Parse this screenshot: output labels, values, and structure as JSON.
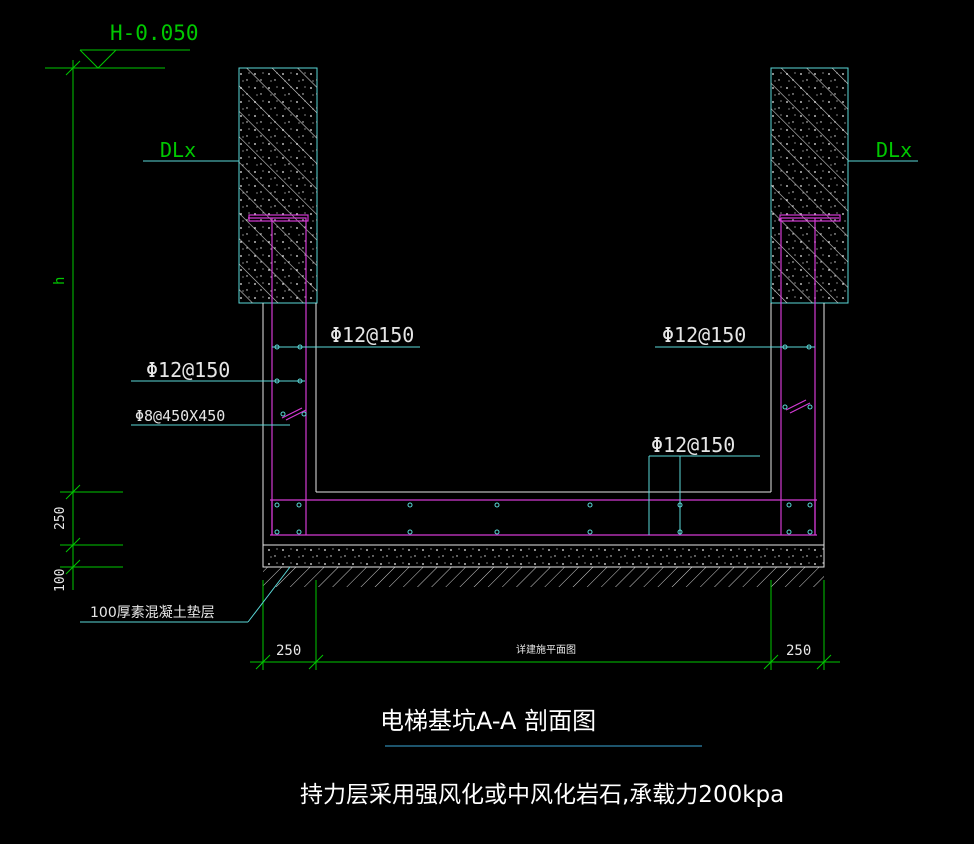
{
  "drawing": {
    "elevation_label": "H-0.050",
    "beam_label_left": "DLx",
    "beam_label_right": "DLx",
    "height_label": "h",
    "dim_250_vertical": "250",
    "dim_100_vertical": "100",
    "rebar_wall_inner_left": "Φ12@150",
    "rebar_wall_outer_left": "Φ12@150",
    "rebar_tie_left": "Φ8@450X450",
    "rebar_wall_inner_right": "Φ12@150",
    "rebar_bottom_slab": "Φ12@150",
    "cushion_note": "100厚素混凝土垫层",
    "dim_bottom_left": "250",
    "dim_bottom_right": "250",
    "dim_bottom_center": "详建施平面图",
    "title": "电梯基坑A-A 剖面图",
    "note": "持力层采用强风化或中风化岩石,承载力200kpa"
  },
  "colors": {
    "background": "#000000",
    "dimension_green": "#00c800",
    "leader_cyan": "#5ad8d8",
    "rebar_magenta": "#d33ad3",
    "concrete_white": "#e6e6e6",
    "text_white": "#ffffff",
    "title_underline": "#3aa8d8"
  }
}
